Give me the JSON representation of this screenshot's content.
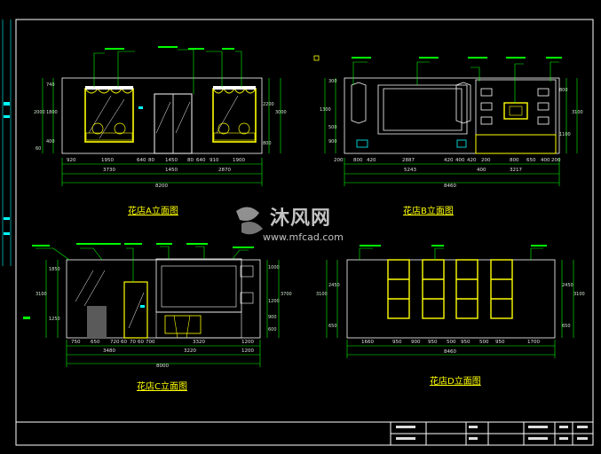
{
  "titles": {
    "a": "花店A立面图",
    "b": "花店B立面图",
    "c": "花店C立面图",
    "d": "花店D立面图"
  },
  "watermark": {
    "text": "沐风网",
    "url": "www.mfcad.com"
  },
  "elevation_a": {
    "dims_row1": [
      "920",
      "1950",
      "640",
      "80",
      "1450",
      "80",
      "640",
      "910",
      "1900"
    ],
    "dims_row2": [
      "3730",
      "1450",
      "2870"
    ],
    "dims_total": "8200",
    "left_dims": [
      "740",
      "1800",
      "2000",
      "400",
      "60"
    ],
    "right_dims": [
      "2200",
      "3000",
      "800"
    ]
  },
  "elevation_b": {
    "dims_row1": [
      "200",
      "800",
      "420",
      "2887",
      "420",
      "400",
      "420",
      "200",
      "800",
      "650",
      "400",
      "200"
    ],
    "dims_row2": [
      "5243",
      "400",
      "3217"
    ],
    "dims_total": "8460",
    "left_dims": [
      "300",
      "1300",
      "500",
      "900"
    ],
    "right_dims": [
      "1100",
      "800",
      "3100"
    ]
  },
  "elevation_c": {
    "dims_row1": [
      "750",
      "650",
      "720",
      "60",
      "70",
      "60",
      "700",
      "3320",
      "1200"
    ],
    "dims_row2": [
      "3480",
      "3220",
      "1200"
    ],
    "dims_total": "8000",
    "left_dims": [
      "1850",
      "3100",
      "1250"
    ],
    "right_dims": [
      "1000",
      "3700",
      "1200",
      "900",
      "600"
    ]
  },
  "elevation_d": {
    "dims_row1": [
      "1660",
      "950",
      "900",
      "950",
      "500",
      "950",
      "500",
      "950",
      "1700"
    ],
    "dims_total": "8460",
    "left_dims": [
      "3100",
      "2450",
      "650"
    ],
    "right_dims": [
      "2450",
      "3100",
      "650"
    ]
  },
  "colors": {
    "background": "#000000",
    "frame": "#ffffff",
    "dimension": "#00ff00",
    "cyan_linework": "#00ffff",
    "shelf_yellow": "#ffff00",
    "leader": "#00ff00"
  }
}
